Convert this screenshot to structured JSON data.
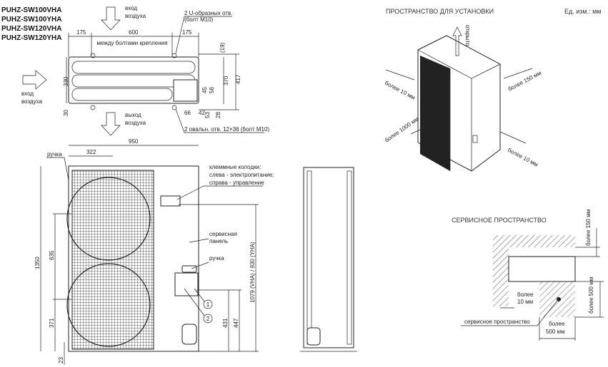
{
  "models": [
    "PUHZ-SW100VHA",
    "PUHZ-SW100YHA",
    "PUHZ-SW120VHA",
    "PUHZ-SW120YHA"
  ],
  "top_view": {
    "air_in_top": [
      "вход",
      "воздуха"
    ],
    "air_in_left": [
      "вход",
      "воздуха"
    ],
    "air_out": [
      "выход",
      "воздуха"
    ],
    "u_holes": [
      "2 U-образных отв.",
      "(болт М10)"
    ],
    "oval_holes": "2 овальн. отв. 12×36 (болт М10)",
    "between_bolts": "между болтами крепления",
    "dims": {
      "d175a": "175",
      "d600": "600",
      "d175b": "175",
      "d19": "(19)",
      "d370": "370",
      "d417": "417",
      "d330": "330",
      "d30": "30",
      "d45": "45",
      "d56": "56",
      "d66": "66",
      "d42": "42",
      "d53": "53",
      "d28": "28"
    }
  },
  "front_view": {
    "handle_left": "ручка",
    "terminals": [
      "клеммные колодки:",
      "слева - электропитание;",
      "справа - управление"
    ],
    "service_panel": [
      "сервисная",
      "панель"
    ],
    "handle_right": "ручка",
    "marker1": "1",
    "marker2": "2",
    "dims": {
      "d950": "950",
      "d322": "322",
      "d1350": "1350",
      "d635": "635",
      "d371": "371",
      "d23": "23",
      "d1079": "1079 (VHA) / 930 (YHA)",
      "d431": "431",
      "d447": "447"
    }
  },
  "installation": {
    "title": "ПРОСТРАНСТВО ДЛЯ УСТАНОВКИ",
    "units": "Ед. изм.: мм",
    "open": "открыто",
    "left": "более 10 мм",
    "right_top": "более 150 мм",
    "front": "более 1000 мм",
    "right_bottom": "более 10 мм"
  },
  "service": {
    "title": "СЕРВИСНОЕ ПРОСТРАНСТВО",
    "top": "более 150 мм",
    "left": [
      "более",
      "10 мм"
    ],
    "right": "более 500 мм",
    "bottom": [
      "более",
      "500 мм"
    ],
    "area": "сервисное пространство"
  }
}
